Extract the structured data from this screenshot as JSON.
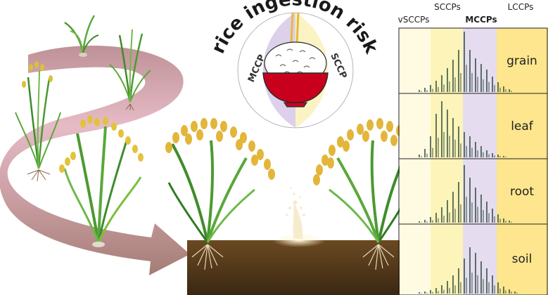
{
  "title": "rice ingestion risk",
  "bowl": {
    "left_label": "MCCP",
    "right_label": "SCCP",
    "left_color": "#dcd0ea",
    "right_color": "#fbf3c4",
    "bowl_color": "#c8001e"
  },
  "spectra": {
    "column_headers": [
      "vSCCPs",
      "SCCPs",
      "MCCPs",
      "LCCPs"
    ],
    "bold_header": "MCCPs",
    "bands": [
      {
        "name": "vSCCPs",
        "color": "#fffbe3"
      },
      {
        "name": "SCCPs",
        "color": "#fdf4ba"
      },
      {
        "name": "MCCPs",
        "color": "#e6dcef"
      },
      {
        "name": "LCCPs",
        "color": "#fde68e"
      }
    ],
    "panels": [
      {
        "label": "grain"
      },
      {
        "label": "leaf"
      },
      {
        "label": "root"
      },
      {
        "label": "soil"
      }
    ]
  },
  "colors": {
    "soil": "#4a3418",
    "leaf": "#3f8c2a",
    "leaf_light": "#7bbf3c",
    "grain": "#e3b53a",
    "arrow": "#c49aa2",
    "peak": "#1f3f33"
  }
}
